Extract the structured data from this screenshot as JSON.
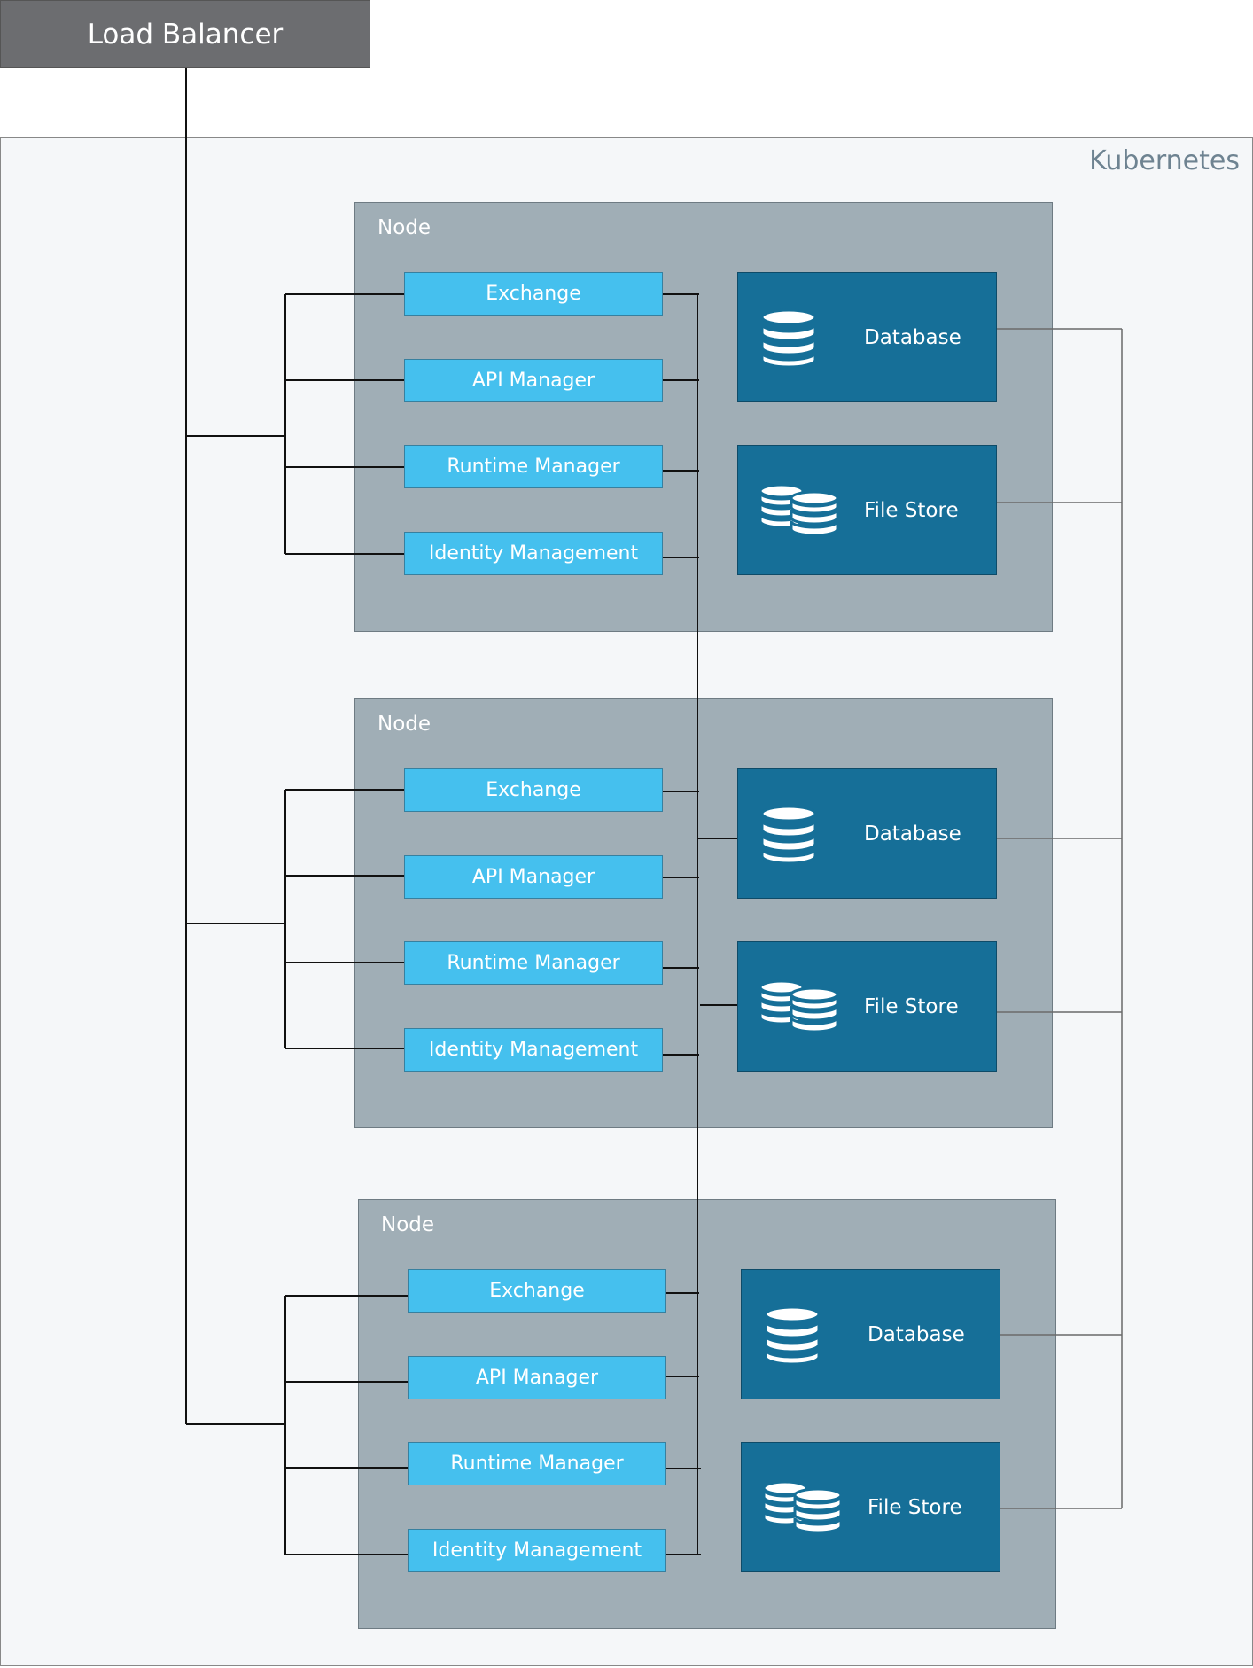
{
  "load_balancer": {
    "label": "Load Balancer"
  },
  "cluster": {
    "label": "Kubernetes"
  },
  "nodes": [
    {
      "label": "Node",
      "services": [
        "Exchange",
        "API Manager",
        "Runtime Manager",
        "Identity Management"
      ],
      "stores": [
        {
          "label": "Database",
          "icon": "database-icon"
        },
        {
          "label": "File Store",
          "icon": "file-store-icon"
        }
      ]
    },
    {
      "label": "Node",
      "services": [
        "Exchange",
        "API Manager",
        "Runtime Manager",
        "Identity Management"
      ],
      "stores": [
        {
          "label": "Database",
          "icon": "database-icon"
        },
        {
          "label": "File Store",
          "icon": "file-store-icon"
        }
      ]
    },
    {
      "label": "Node",
      "services": [
        "Exchange",
        "API Manager",
        "Runtime Manager",
        "Identity Management"
      ],
      "stores": [
        {
          "label": "Database",
          "icon": "database-icon"
        },
        {
          "label": "File Store",
          "icon": "file-store-icon"
        }
      ]
    }
  ],
  "colors": {
    "load_balancer": "#6c6d70",
    "cluster_bg": "#f5f7f9",
    "cluster_label": "#6e8391",
    "node_bg": "#a0aeb6",
    "service_bg": "#45c0ee",
    "store_bg": "#166f98"
  }
}
